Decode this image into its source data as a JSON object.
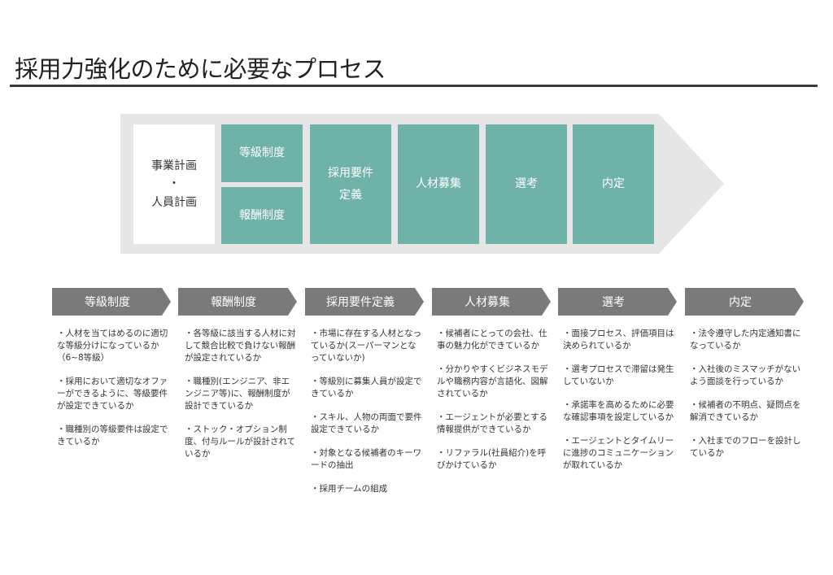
{
  "title": "採用力強化のために必要なプロセス",
  "process": {
    "plan_top": "事業計画",
    "plan_dot": "・",
    "plan_bottom": "人員計画",
    "grade": "等級制度",
    "pay": "報酬制度",
    "req_line1": "採用要件",
    "req_line2": "定義",
    "recruit": "人材募集",
    "select": "選考",
    "offer": "内定"
  },
  "colors": {
    "teal": "#6fb3a8",
    "band": "#e6e6e6",
    "chevron": "#7a7a7a"
  },
  "columns": [
    {
      "header": "等級制度",
      "items": [
        "・人材を当てはめるのに適切な等級分けになっているか（6~8等級）",
        "・採用において適切なオファーができるように、等級要件が設定できているか",
        "・職種別の等級要件は設定できているか"
      ]
    },
    {
      "header": "報酬制度",
      "items": [
        "・各等級に該当する人材に対して競合比較で負けない報酬が設定されているか",
        "・職種別(エンジニア、非エンジニア等)に、報酬制度が設計できているか",
        "・ストック・オプション制度、付与ルールが設計されているか"
      ]
    },
    {
      "header": "採用要件定義",
      "items": [
        "・市場に存在する人材となっているか(スーパーマンとなっていないか)",
        "・等級別に募集人員が設定できているか",
        "・スキル、人物の両面で要件設定できているか",
        "・対象となる候補者のキーワードの抽出",
        "・採用チームの組成"
      ]
    },
    {
      "header": "人材募集",
      "items": [
        "・候補者にとっての会社、仕事の魅力化ができているか",
        "・分かりやすくビジネスモデルや職務内容が言語化、図解されているか",
        "・エージェントが必要とする情報提供ができているか",
        "・リファラル(社員紹介)を呼びかけているか"
      ]
    },
    {
      "header": "選考",
      "items": [
        "・面接プロセス、評価項目は決められているか",
        "・選考プロセスで滞留は発生していないか",
        "・承諾率を高めるために必要な確認事項を設定しているか",
        "・エージェントとタイムリーに進捗のコミュニケーションが取れているか"
      ]
    },
    {
      "header": "内定",
      "items": [
        "・法令遵守した内定通知書になっているか",
        "・入社後のミスマッチがないよう面談を行っているか",
        "・候補者の不明点、疑問点を解消できているか",
        "・入社までのフローを設計しているか"
      ]
    }
  ]
}
